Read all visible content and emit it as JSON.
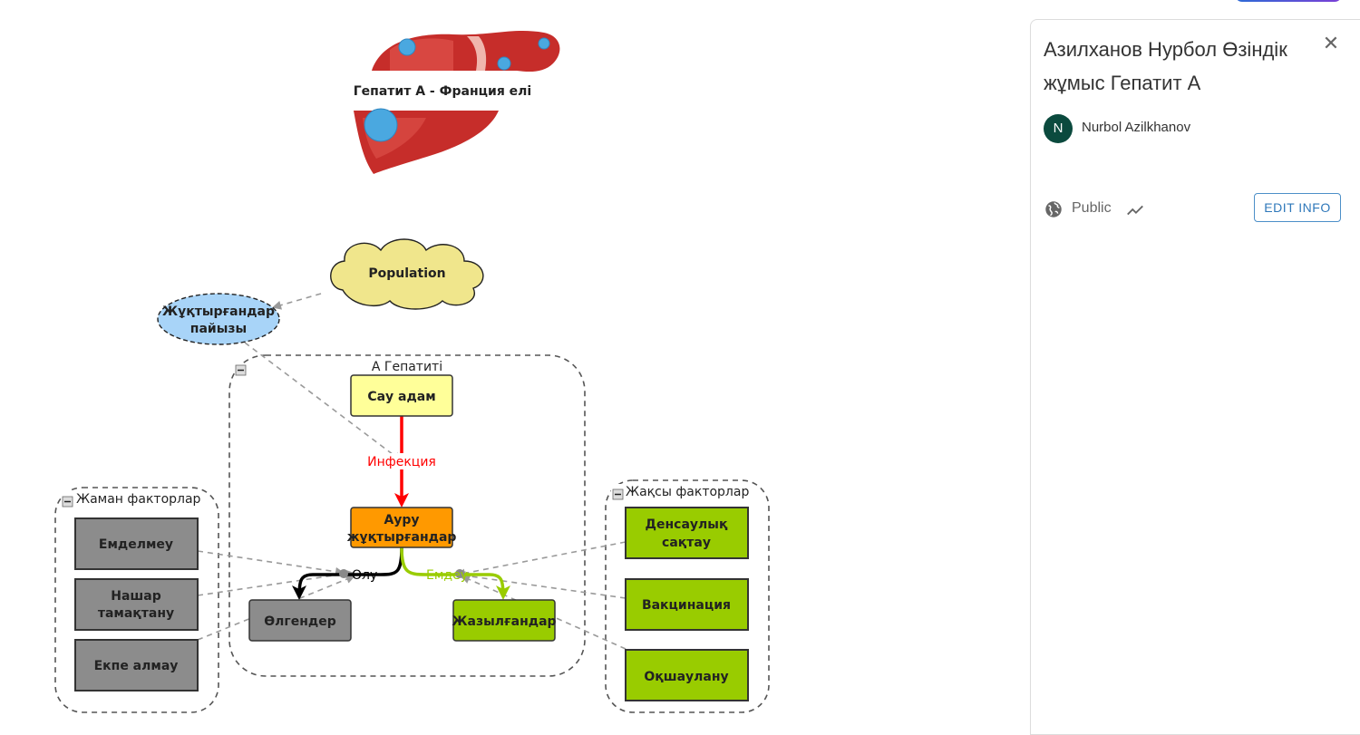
{
  "diagram": {
    "title": "Гепатит А - Франция елі",
    "nodes": {
      "population": "Population",
      "infected_share": [
        "Жұқтырғандар",
        "пайызы"
      ],
      "healthy": "Сау адам",
      "infected": [
        "Ауру",
        "жұқтырғандар"
      ],
      "dead": "Өлгендер",
      "recovered": "Жазылғандар",
      "no_treatment": "Емделмеу",
      "poor_nutrition": [
        "Нашар",
        "тамақтану"
      ],
      "no_vaccine": "Екпе алмау",
      "health_care": [
        "Денсаулық",
        "сақтау"
      ],
      "vaccination": "Вакцинация",
      "isolation": "Оқшаулану"
    },
    "groups": {
      "hepatitis": "А Гепатиті",
      "bad_factors": "Жаман факторлар",
      "good_factors": "Жақсы факторлар"
    },
    "flows": {
      "infection": "Инфекция",
      "death": "Өлу",
      "treatment": "Емдеу"
    },
    "colors": {
      "healthy": "#ffff99",
      "infected": "#ff9900",
      "dead": "#8c8c8c",
      "recovered": "#99cc00",
      "bad_factor": "#8c8c8c",
      "good_factor": "#99cc00",
      "population": "#f0e68c",
      "infected_share": "#a8d4f8",
      "infection_flow": "#ff0000",
      "treatment_flow": "#99cc00",
      "death_flow": "#000000"
    }
  },
  "panel": {
    "title": "Азилханов Нурбол Өзіндік жұмыс Гепатит А",
    "author_initial": "N",
    "author_name": "Nurbol Azilkhanov",
    "visibility": "Public",
    "edit_button": "EDIT INFO",
    "close_icon": "close-icon",
    "visibility_icon": "globe-icon",
    "stats_icon": "trend-icon"
  }
}
